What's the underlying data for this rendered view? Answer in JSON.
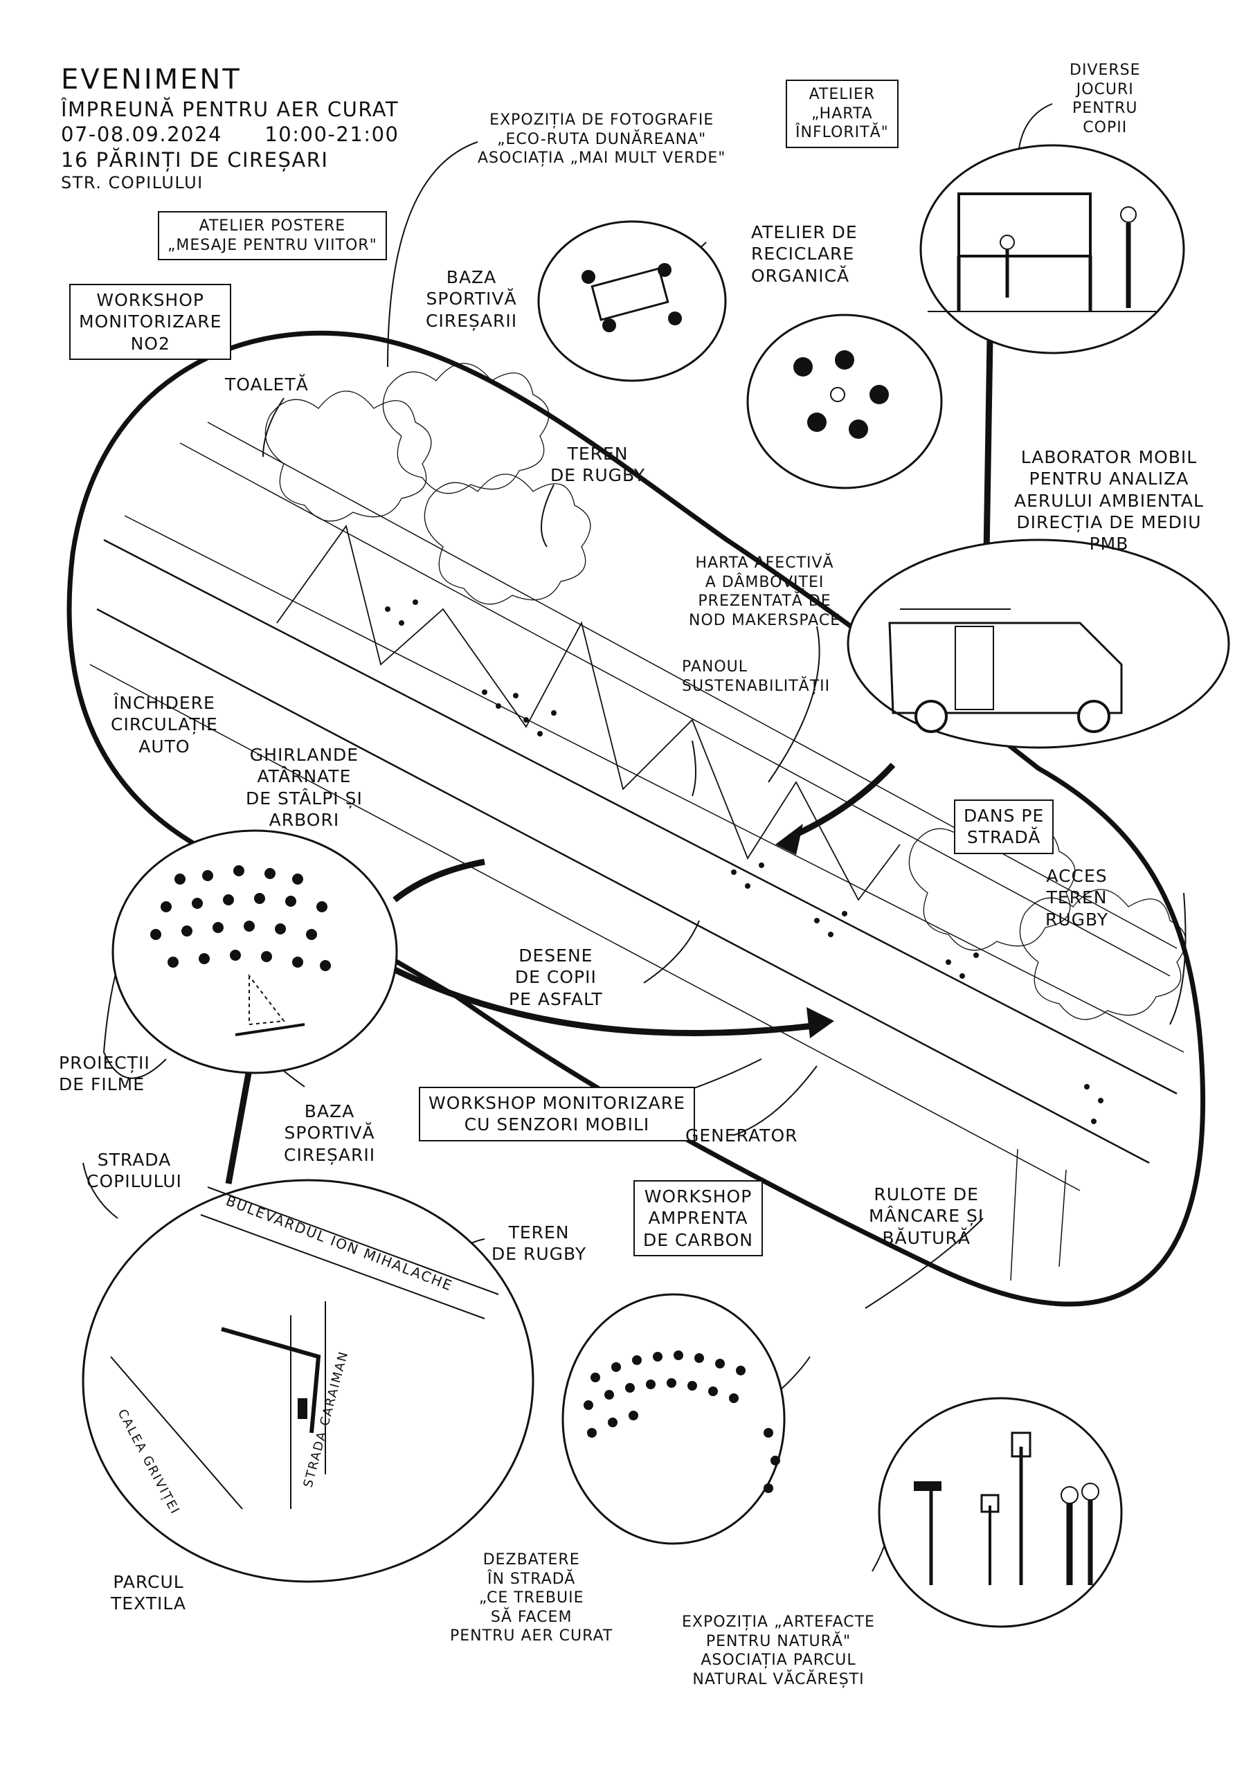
{
  "header": {
    "title": "EVENIMENT",
    "subtitle": "ÎMPREUNĂ PENTRU AER CURAT",
    "dates": "07-08.09.2024",
    "hours": "10:00-21:00",
    "organizer": "16 PĂRINȚI DE CIREȘARI",
    "street": "STR. COPILULUI"
  },
  "labels": {
    "atelier_postere": [
      "ATELIER POSTERE",
      "„MESAJE PENTRU VIITOR\""
    ],
    "workshop_no2": [
      "WORKSHOP",
      "MONITORIZARE",
      "NO2"
    ],
    "expozitie_foto": [
      "EXPOZIȚIA DE FOTOGRAFIE",
      "„ECO-RUTA DUNĂREANA\"",
      "ASOCIAȚIA „MAI MULT VERDE\""
    ],
    "atelier_harta": [
      "ATELIER",
      "„HARTA",
      "ÎNFLORITĂ\""
    ],
    "jocuri": [
      "DIVERSE",
      "JOCURI",
      "PENTRU",
      "COPII"
    ],
    "baza_sportiva_top": [
      "BAZA",
      "SPORTIVĂ",
      "CIREȘARII"
    ],
    "atelier_reciclare": [
      "ATELIER DE",
      "RECICLARE",
      "ORGANICĂ"
    ],
    "toaleta": [
      "TOALETĂ"
    ],
    "teren_rugby_top": [
      "TEREN",
      "DE RUGBY"
    ],
    "laborator": [
      "LABORATOR MOBIL",
      "PENTRU ANALIZA",
      "AERULUI AMBIENTAL",
      "DIRECȚIA DE MEDIU",
      "PMB"
    ],
    "harta_afectiva": [
      "HARTA AFECTIVĂ",
      "A DÂMBOVIȚEI",
      "PREZENTATĂ DE",
      "NOD MAKERSPACE"
    ],
    "panoul": [
      "PANOUL",
      "SUSTENABILITĂȚII"
    ],
    "inchidere": [
      "ÎNCHIDERE",
      "CIRCULAȚIE",
      "AUTO"
    ],
    "ghirlande": [
      "GHIRLANDE",
      "ATÂRNATE",
      "DE STÂLPI ȘI",
      "ARBORI"
    ],
    "dans": [
      "DANS PE",
      "STRADĂ"
    ],
    "acces_teren": [
      "ACCES",
      "TEREN",
      "RUGBY"
    ],
    "desene": [
      "DESENE",
      "DE COPII",
      "PE ASFALT"
    ],
    "proiectii": [
      "PROIECȚII",
      "DE FILME"
    ],
    "workshop_senzori": [
      "WORKSHOP MONITORIZARE",
      "CU SENZORI MOBILI"
    ],
    "generator": [
      "GENERATOR"
    ],
    "baza_sportiva_map": [
      "BAZA",
      "SPORTIVĂ",
      "CIREȘARII"
    ],
    "strada_copilului": [
      "STRADA",
      "COPILULUI"
    ],
    "teren_rugby_map": [
      "TEREN",
      "DE RUGBY"
    ],
    "workshop_amprenta": [
      "WORKSHOP",
      "AMPRENTA",
      "DE CARBON"
    ],
    "rulote": [
      "RULOTE DE",
      "MÂNCARE ȘI",
      "BĂUTURĂ"
    ],
    "parcul_textila": [
      "PARCUL",
      "TEXTILA"
    ],
    "dezbatere": [
      "DEZBATERE",
      "ÎN STRADĂ",
      "„CE TREBUIE",
      "SĂ FACEM",
      "PENTRU AER CURAT"
    ],
    "expozitie_artefacte": [
      "EXPOZIȚIA „ARTEFACTE",
      "PENTRU NATURĂ\"",
      "ASOCIAȚIA PARCUL",
      "NATURAL VĂCĂREȘTI"
    ]
  },
  "map": {
    "bulevardul": "BULEVARDUL ION MIHALACHE",
    "strada_caraiman": "STRADA CARAIMAN",
    "calea_grivitei": "CALEA GRIVIȚEI"
  }
}
